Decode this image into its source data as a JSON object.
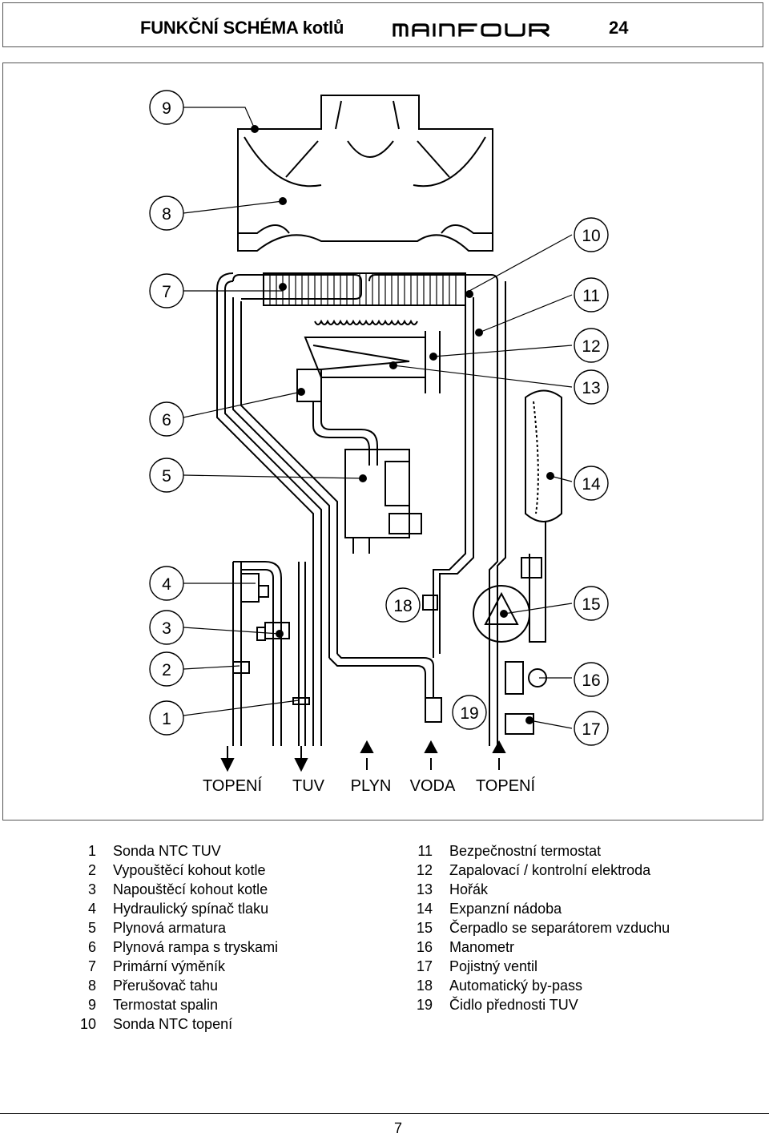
{
  "header": {
    "title": "FUNKČNÍ SCHÉMA kotlů",
    "brand_logo_text": "MAINFOUR",
    "model_number": "24"
  },
  "diagram": {
    "callouts": [
      "9",
      "8",
      "7",
      "6",
      "5",
      "4",
      "3",
      "2",
      "1",
      "10",
      "11",
      "12",
      "13",
      "14",
      "15",
      "16",
      "17",
      "18",
      "19"
    ],
    "connection_labels": [
      "TOPENÍ",
      "TUV",
      "PLYN",
      "VODA",
      "TOPENÍ"
    ]
  },
  "legend": {
    "left": [
      {
        "num": "1",
        "text": "Sonda NTC TUV"
      },
      {
        "num": "2",
        "text": "Vypouštěcí kohout kotle"
      },
      {
        "num": "3",
        "text": "Napouštěcí kohout kotle"
      },
      {
        "num": "4",
        "text": "Hydraulický spínač tlaku"
      },
      {
        "num": "5",
        "text": "Plynová armatura"
      },
      {
        "num": "6",
        "text": "Plynová rampa s tryskami"
      },
      {
        "num": "7",
        "text": "Primární výměník"
      },
      {
        "num": "8",
        "text": "Přerušovač tahu"
      },
      {
        "num": "9",
        "text": "Termostat spalin"
      },
      {
        "num": "10",
        "text": "Sonda NTC topení"
      }
    ],
    "right": [
      {
        "num": "11",
        "text": "Bezpečnostní termostat"
      },
      {
        "num": "12",
        "text": "Zapalovací / kontrolní elektroda"
      },
      {
        "num": "13",
        "text": "Hořák"
      },
      {
        "num": "14",
        "text": "Expanzní nádoba"
      },
      {
        "num": "15",
        "text": "Čerpadlo se separátorem vzduchu"
      },
      {
        "num": "16",
        "text": "Manometr"
      },
      {
        "num": "17",
        "text": "Pojistný ventil"
      },
      {
        "num": "18",
        "text": "Automatický by-pass"
      },
      {
        "num": "19",
        "text": "Čidlo přednosti TUV"
      }
    ]
  },
  "footer": {
    "page_number": "7"
  }
}
